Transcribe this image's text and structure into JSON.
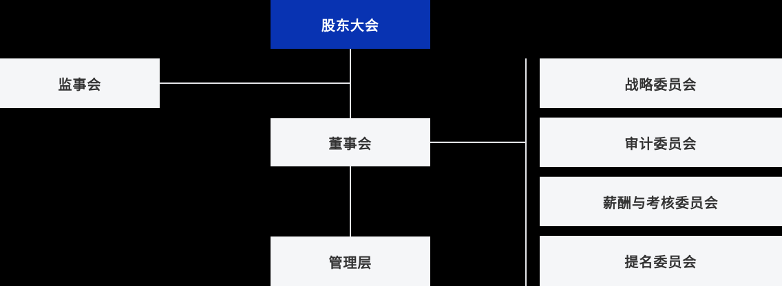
{
  "diagram": {
    "type": "org-chart",
    "nodes": {
      "shareholders": {
        "label": "股东大会",
        "variant": "primary"
      },
      "supervisory": {
        "label": "监事会"
      },
      "board": {
        "label": "董事会"
      },
      "management": {
        "label": "管理层"
      },
      "strategy": {
        "label": "战略委员会"
      },
      "audit": {
        "label": "审计委员会"
      },
      "remuneration": {
        "label": "薪酬与考核委员会"
      },
      "nomination": {
        "label": "提名委员会"
      }
    },
    "edges": [
      {
        "from": "shareholders",
        "to": "board"
      },
      {
        "from": "board",
        "to": "management"
      },
      {
        "from": "supervisory",
        "to": "shareholders-board-trunk"
      },
      {
        "from": "board",
        "to": "committees-spine"
      },
      {
        "spine_links": [
          "strategy",
          "audit",
          "remuneration",
          "nomination"
        ]
      }
    ]
  },
  "colors": {
    "background": "#000000",
    "primary": "#0833b2",
    "primary_text": "#ffffff",
    "node_bg": "#f5f6f8",
    "node_text": "#333333",
    "line": "#e5e6e9"
  }
}
